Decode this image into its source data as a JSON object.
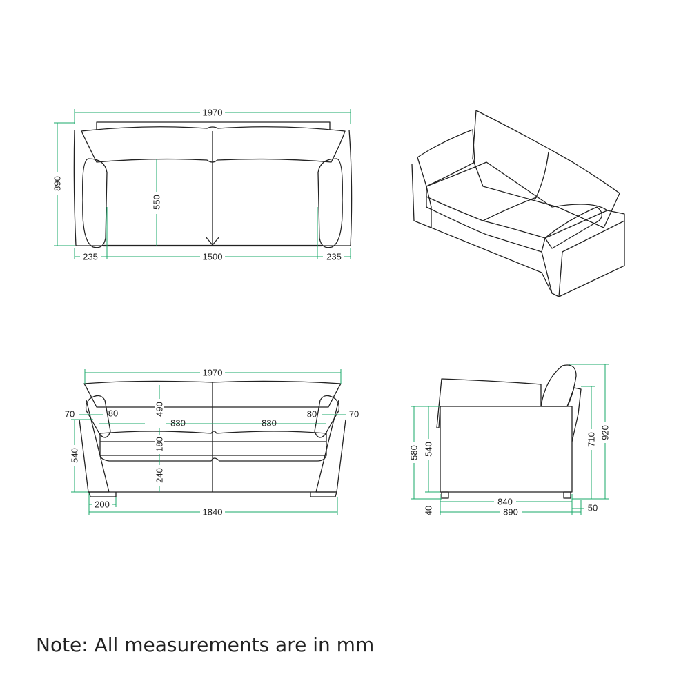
{
  "colors": {
    "dimension_line": "#1aa86a",
    "outline": "#222222"
  },
  "top_view": {
    "width_overall": "1970",
    "depth_overall": "890",
    "seat_depth": "550",
    "arm_left": "235",
    "seat_width": "1500",
    "arm_right": "235"
  },
  "front_view": {
    "width_overall": "1970",
    "back_height": "490",
    "seat_left": "830",
    "seat_right": "830",
    "seat_cushion": "180",
    "base_height": "240",
    "arm_height": "540",
    "arm_top_left": "70",
    "pillow_left": "80",
    "pillow_right": "80",
    "arm_top_right": "70",
    "foot_width": "200",
    "base_width": "1840"
  },
  "side_view": {
    "seat_height_with_legs": "580",
    "seat_height": "540",
    "leg_height": "40",
    "seat_depth": "840",
    "depth_overall": "890",
    "back_offset": "50",
    "arm_height": "710",
    "height_overall": "920"
  },
  "note": "Note: All measurements are in mm"
}
